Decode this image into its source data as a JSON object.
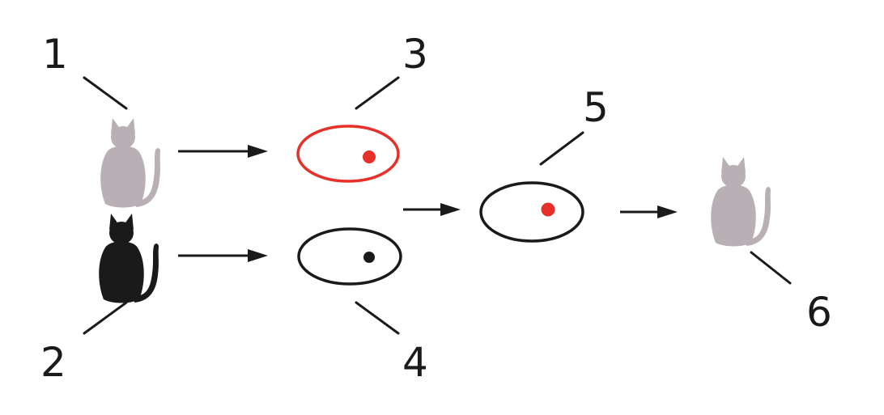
{
  "labels": {
    "l1": "1",
    "l2": "2",
    "l3": "3",
    "l4": "4",
    "l5": "5",
    "l6": "6"
  },
  "colors": {
    "grey_cat": "#b8b0b4",
    "black_cat": "#1a1a1a",
    "red": "#e8302a",
    "line": "#1a1a1a"
  },
  "icons": {
    "cat_1": "cat-silhouette-icon",
    "cat_2": "cat-silhouette-icon",
    "cat_6": "cat-silhouette-icon"
  }
}
